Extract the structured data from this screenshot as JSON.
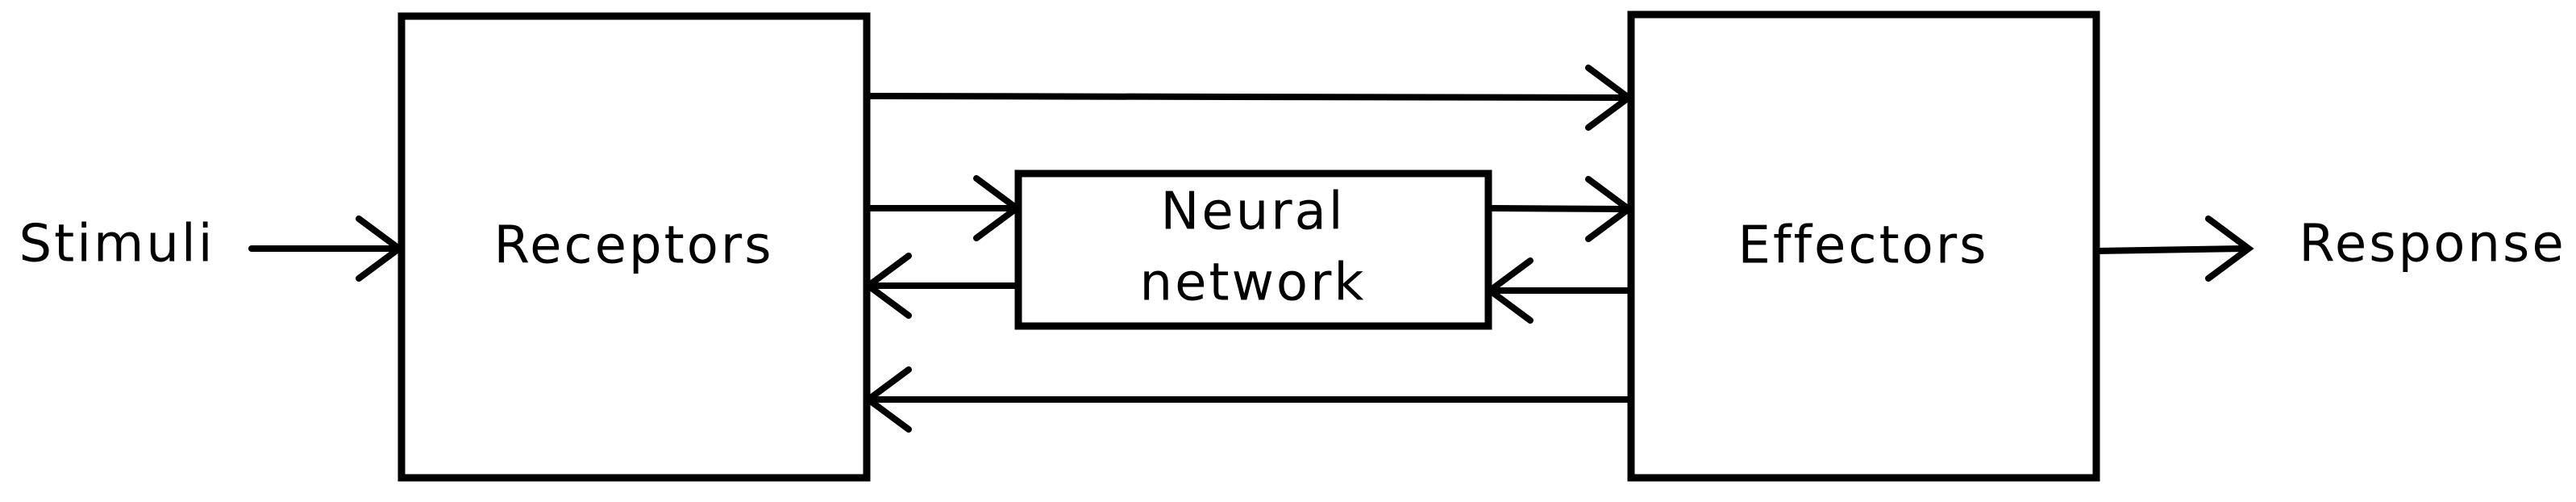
{
  "nodes": {
    "receptors": {
      "label": "Receptors"
    },
    "neural_network": {
      "label": "Neural network",
      "lines": [
        "Neural",
        "network"
      ]
    },
    "effectors": {
      "label": "Effectors"
    }
  },
  "io": {
    "input_label": "Stimuli",
    "output_label": "Response"
  },
  "edges": [
    {
      "from": "Stimuli",
      "to": "Receptors",
      "path": "input"
    },
    {
      "from": "Receptors",
      "to": "Effectors",
      "path": "top"
    },
    {
      "from": "Receptors",
      "to": "Neural network",
      "path": "upper-middle"
    },
    {
      "from": "Neural network",
      "to": "Effectors",
      "path": "upper-middle"
    },
    {
      "from": "Effectors",
      "to": "Neural network",
      "path": "lower-middle"
    },
    {
      "from": "Neural network",
      "to": "Receptors",
      "path": "lower-middle"
    },
    {
      "from": "Effectors",
      "to": "Receptors",
      "path": "bottom-feedback"
    },
    {
      "from": "Effectors",
      "to": "Response",
      "path": "output"
    }
  ],
  "colors": {
    "ink": "#000000",
    "background": "#ffffff"
  }
}
